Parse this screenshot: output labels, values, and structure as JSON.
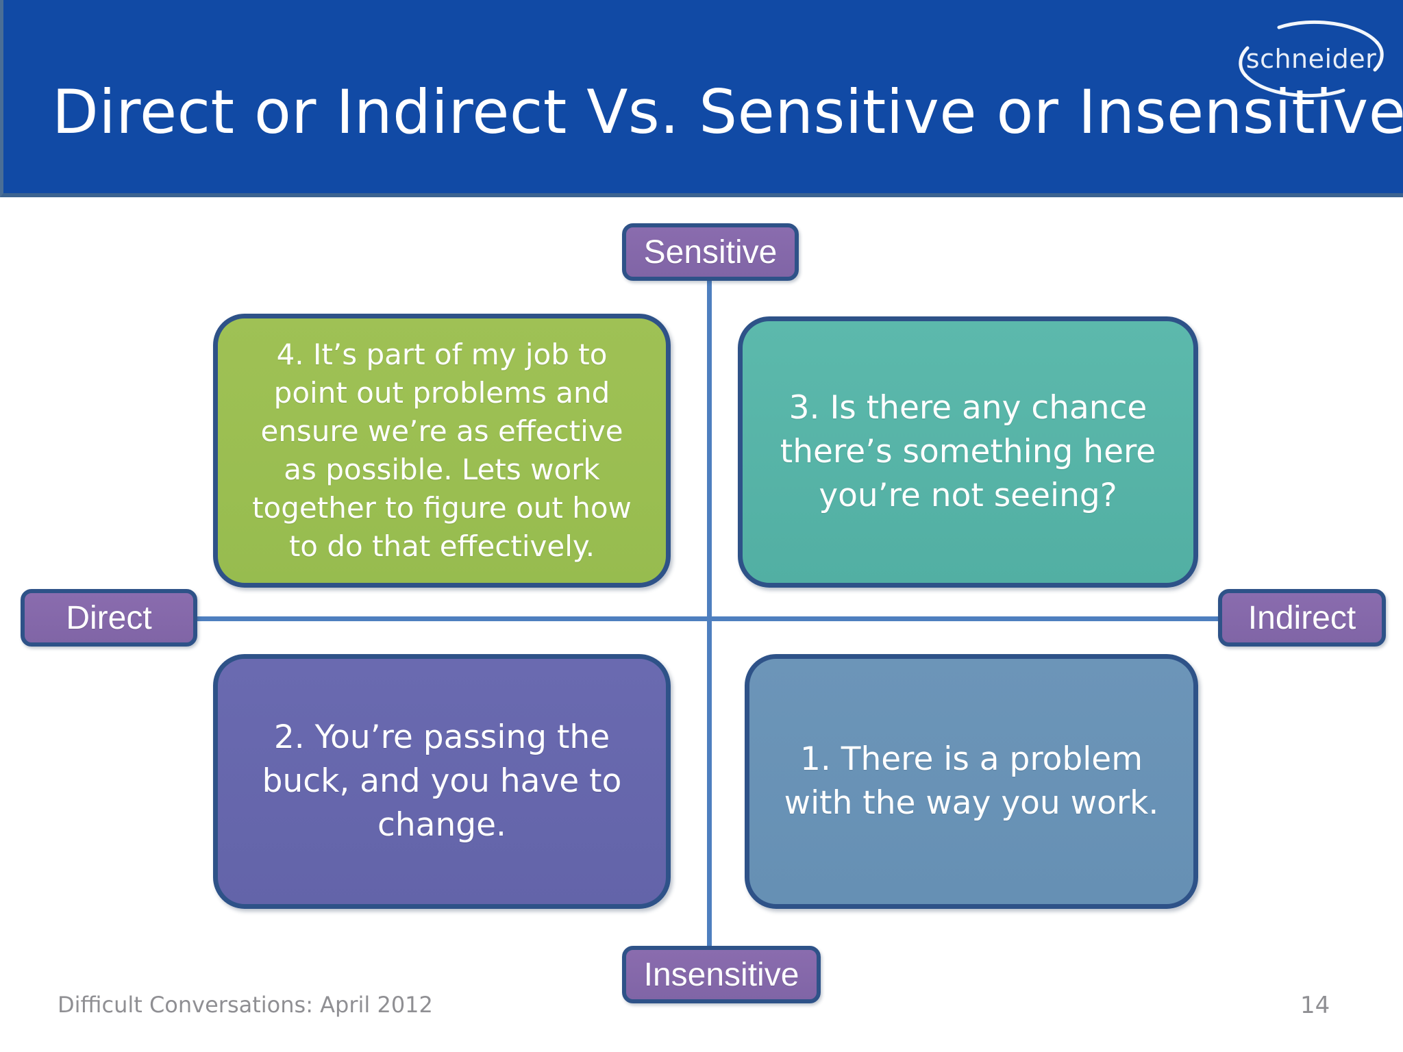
{
  "slide": {
    "title": "Direct or Indirect Vs. Sensitive or Insensitive",
    "header_color": "#114AA5",
    "background_color": "#FFFFFF"
  },
  "logo": {
    "name": "schneider-logo",
    "text": "schneider",
    "icon": "ellipse-swoosh-icon"
  },
  "matrix": {
    "axes": {
      "top_label": "Sensitive",
      "bottom_label": "Insensitive",
      "left_label": "Direct",
      "right_label": "Indirect",
      "label_fill": "#8065A6",
      "label_border": "#2E5288",
      "line_color": "#4E7FBF"
    },
    "quadrants": [
      {
        "id": "direct-sensitive",
        "position": "top-left",
        "number": "4",
        "text": "4. It’s part of my job to point out problems and ensure we’re as effective as possible. Lets work together to figure out how to do that effectively.",
        "fill": "#9BBE51",
        "border": "#2E5288"
      },
      {
        "id": "indirect-sensitive",
        "position": "top-right",
        "number": "3",
        "text": "3. Is there any chance there’s something here you’re not seeing?",
        "fill": "#56B4A7",
        "border": "#2E5288"
      },
      {
        "id": "direct-insensitive",
        "position": "bottom-left",
        "number": "2",
        "text": "2. You’re passing the buck, and you have to change.",
        "fill": "#6566AC",
        "border": "#2E5288"
      },
      {
        "id": "indirect-insensitive",
        "position": "bottom-right",
        "number": "1",
        "text": "1. There is a problem with the way you work.",
        "fill": "#6992B6",
        "border": "#2E5288"
      }
    ]
  },
  "footer": {
    "note": "Difficult Conversations: April 2012",
    "page_number": "14"
  }
}
